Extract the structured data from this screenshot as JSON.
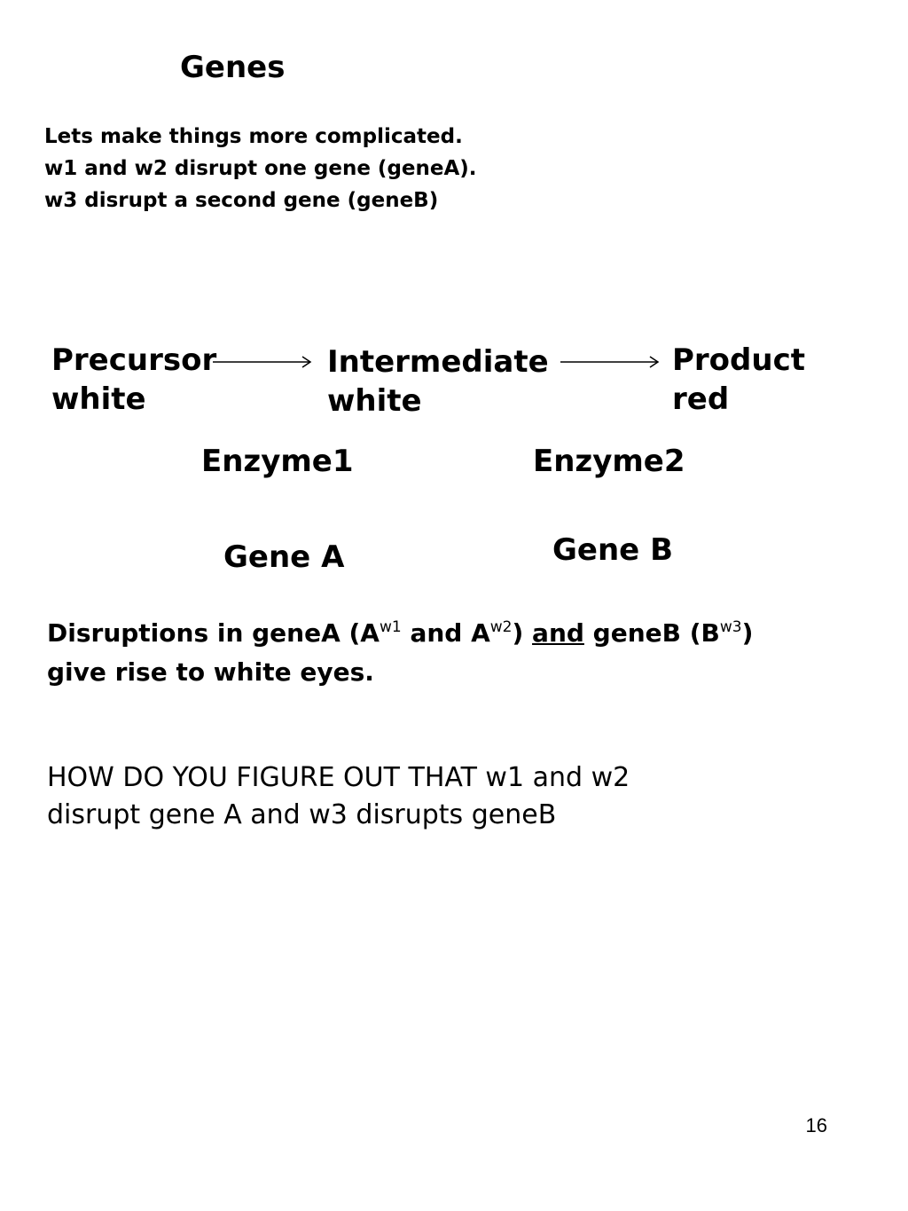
{
  "title": "Genes",
  "intro": {
    "line1": "Lets make things more complicated.",
    "line2": "w1 and w2 disrupt one gene (geneA).",
    "line3": "w3 disrupt a second gene (geneB)"
  },
  "pathway": {
    "precursor": {
      "name": "Precursor",
      "color": "white"
    },
    "intermediate": {
      "name": "Intermediate",
      "color": "white"
    },
    "product": {
      "name": "Product",
      "color": "red"
    },
    "enzyme1": "Enzyme1",
    "enzyme2": "Enzyme2",
    "gene_a": "Gene A",
    "gene_b": "Gene B"
  },
  "disruptions": {
    "part1": "Disruptions in geneA (A",
    "sup1": "w1",
    "part2": " and A",
    "sup2": "w2",
    "part3": ") ",
    "underlined": "and",
    "part4": " geneB (B",
    "sup3": "w3",
    "part5": ")",
    "line2": "give rise to white eyes."
  },
  "question": {
    "line1": "HOW DO YOU FIGURE OUT THAT w1 and w2",
    "line2": "disrupt gene A and w3 disrupts geneB"
  },
  "page_number": "16"
}
